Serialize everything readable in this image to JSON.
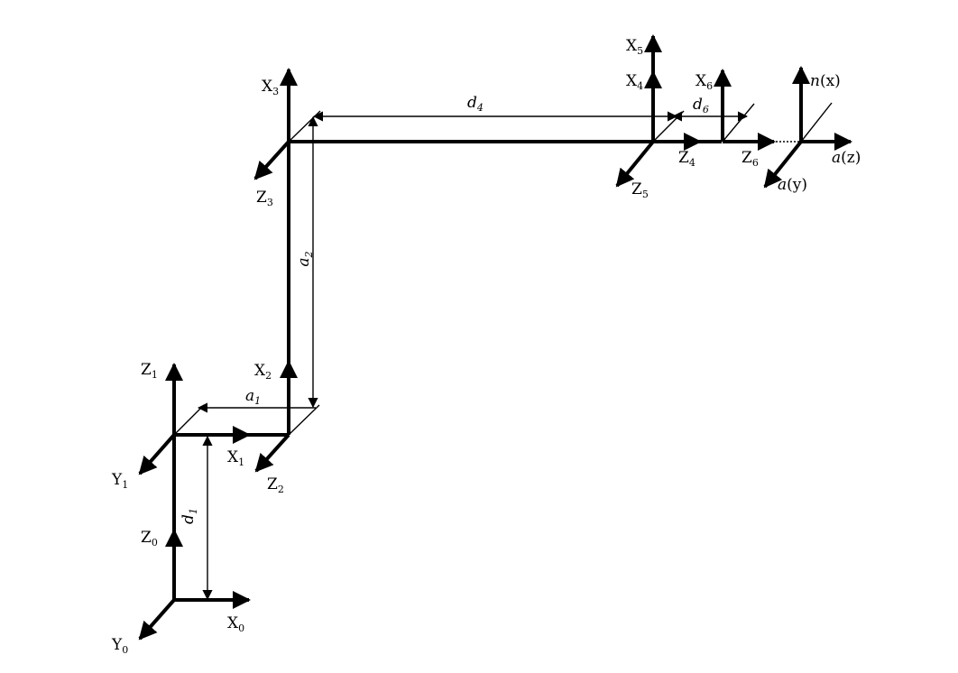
{
  "frames": [
    {
      "id": "0",
      "labels": {
        "z": [
          "Z",
          "0"
        ],
        "x": [
          "X",
          "0"
        ],
        "y": [
          "Y",
          "0"
        ]
      }
    },
    {
      "id": "1",
      "labels": {
        "z": [
          "Z",
          "1"
        ],
        "x": [
          "X",
          "1"
        ],
        "y": [
          "Y",
          "1"
        ]
      }
    },
    {
      "id": "2",
      "labels": {
        "x": [
          "X",
          "2"
        ],
        "z": [
          "Z",
          "2"
        ]
      }
    },
    {
      "id": "3",
      "labels": {
        "x": [
          "X",
          "3"
        ],
        "z": [
          "Z",
          "3"
        ]
      }
    },
    {
      "id": "4",
      "labels": {
        "x": [
          "X",
          "4"
        ],
        "z": [
          "Z",
          "4"
        ]
      }
    },
    {
      "id": "5",
      "labels": {
        "x": [
          "X",
          "5"
        ],
        "z": [
          "Z",
          "5"
        ]
      }
    },
    {
      "id": "6",
      "labels": {
        "x": [
          "X",
          "6"
        ],
        "z": [
          "Z",
          "6"
        ]
      }
    },
    {
      "id": "tool",
      "labels": {
        "n": [
          "n",
          "(x)"
        ],
        "a": [
          "a",
          "(z)"
        ],
        "o": [
          "a",
          "(y)"
        ]
      }
    }
  ],
  "dimensions": {
    "d1": [
      "d",
      "1"
    ],
    "a1": [
      "a",
      "1"
    ],
    "a2": [
      "a",
      "2"
    ],
    "d4": [
      "d",
      "4"
    ],
    "d6": [
      "d",
      "6"
    ]
  }
}
